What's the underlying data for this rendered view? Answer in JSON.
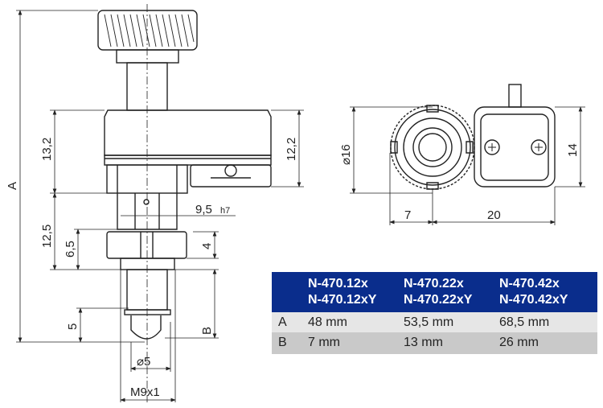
{
  "drawing": {
    "dimensions_side": {
      "A": "A",
      "d13_2": "13,2",
      "d12_5": "12,5",
      "d6_5": "6,5",
      "d12_2": "12,2",
      "d4": "4",
      "B": "B",
      "d5": "5",
      "d9_5": "9,5",
      "tol": "h7",
      "dia5": "⌀5",
      "thread": "M9x1"
    },
    "dimensions_top": {
      "dia16": "⌀16",
      "d14": "14",
      "d7": "7",
      "d20": "20"
    }
  },
  "table": {
    "colors": {
      "header": "#0a2d8c",
      "row_a": "#e6e6e6",
      "row_b": "#c9c9c9"
    },
    "columns": [
      {
        "line1": "N-470.12x",
        "line2": "N-470.12xY"
      },
      {
        "line1": "N-470.22x",
        "line2": "N-470.22xY"
      },
      {
        "line1": "N-470.42x",
        "line2": "N-470.42xY"
      }
    ],
    "rows": [
      {
        "label": "A",
        "values": [
          "48 mm",
          "53,5 mm",
          "68,5 mm"
        ]
      },
      {
        "label": "B",
        "values": [
          "7 mm",
          "13 mm",
          "26 mm"
        ]
      }
    ]
  }
}
